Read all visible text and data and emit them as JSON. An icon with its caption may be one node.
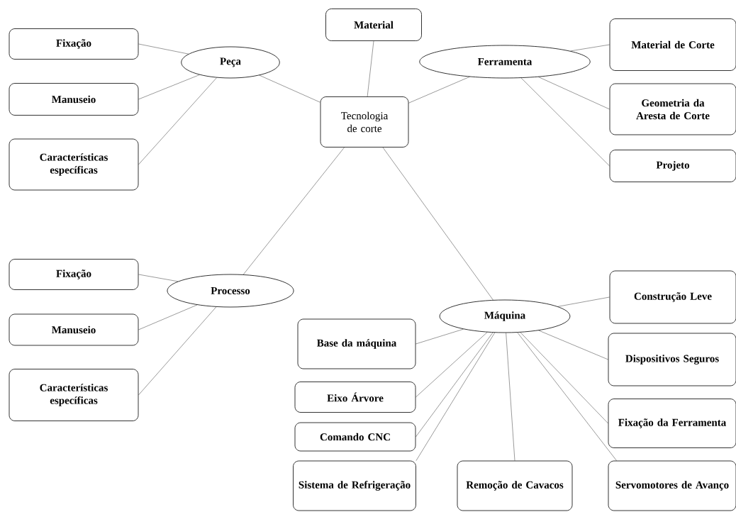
{
  "diagram": {
    "nodes": [
      {
        "text": [
          "Tecnologia de corte"
        ]
      },
      {
        "text": [
          "Material"
        ]
      },
      {
        "text": [
          "Peça"
        ]
      },
      {
        "text": [
          "Fixação"
        ]
      },
      {
        "text": [
          "Manuseio"
        ]
      },
      {
        "text": [
          "Características específicas"
        ]
      },
      {
        "text": [
          "Ferramenta"
        ]
      },
      {
        "text": [
          "Material de Corte"
        ]
      },
      {
        "text": [
          "Geometria da Aresta de Corte"
        ]
      },
      {
        "text": [
          "Projeto"
        ]
      },
      {
        "text": [
          "Processo"
        ]
      },
      {
        "text": [
          "Fixação"
        ]
      },
      {
        "text": [
          "Manuseio"
        ]
      },
      {
        "text": [
          "Características específicas"
        ]
      },
      {
        "text": [
          "Máquina"
        ]
      },
      {
        "text": [
          "Base da máquina"
        ]
      },
      {
        "text": [
          "Eixo Árvore"
        ]
      },
      {
        "text": [
          "Comando CNC"
        ]
      },
      {
        "text": [
          "Sistema de Refrigeração"
        ]
      },
      {
        "text": [
          "Remoção de Cavacos"
        ]
      },
      {
        "text": [
          "Construção Leve"
        ]
      },
      {
        "text": [
          "Dispositivos Seguros"
        ]
      },
      {
        "text": [
          "Fixação da Ferramenta"
        ]
      },
      {
        "text": [
          "Servomotores de Avanço"
        ]
      }
    ],
    "edges": [
      {
        "from": 0,
        "to": 1,
        "arrow": "none"
      },
      {
        "from": 0,
        "to": 2,
        "arrow": "none"
      },
      {
        "from": 0,
        "to": 6,
        "arrow": "none"
      },
      {
        "from": 0,
        "to": 10,
        "arrow": "none"
      },
      {
        "from": 0,
        "to": 14,
        "arrow": "none"
      },
      {
        "from": 2,
        "to": 3,
        "arrow": "none"
      },
      {
        "from": 2,
        "to": 4,
        "arrow": "none"
      },
      {
        "from": 2,
        "to": 5,
        "arrow": "none"
      },
      {
        "from": 6,
        "to": 7,
        "arrow": "none"
      },
      {
        "from": 6,
        "to": 8,
        "arrow": "none"
      },
      {
        "from": 6,
        "to": 9,
        "arrow": "none"
      },
      {
        "from": 10,
        "to": 11,
        "arrow": "none"
      },
      {
        "from": 10,
        "to": 12,
        "arrow": "none"
      },
      {
        "from": 10,
        "to": 13,
        "arrow": "none"
      },
      {
        "from": 14,
        "to": 15,
        "arrow": "none"
      },
      {
        "from": 14,
        "to": 16,
        "arrow": "none"
      },
      {
        "from": 14,
        "to": 17,
        "arrow": "none"
      },
      {
        "from": 14,
        "to": 18,
        "arrow": "none"
      },
      {
        "from": 14,
        "to": 19,
        "arrow": "none"
      },
      {
        "from": 14,
        "to": 20,
        "arrow": "none"
      },
      {
        "from": 14,
        "to": 21,
        "arrow": "none"
      },
      {
        "from": 14,
        "to": 22,
        "arrow": "none"
      },
      {
        "from": 14,
        "to": 23,
        "arrow": "none"
      }
    ]
  }
}
